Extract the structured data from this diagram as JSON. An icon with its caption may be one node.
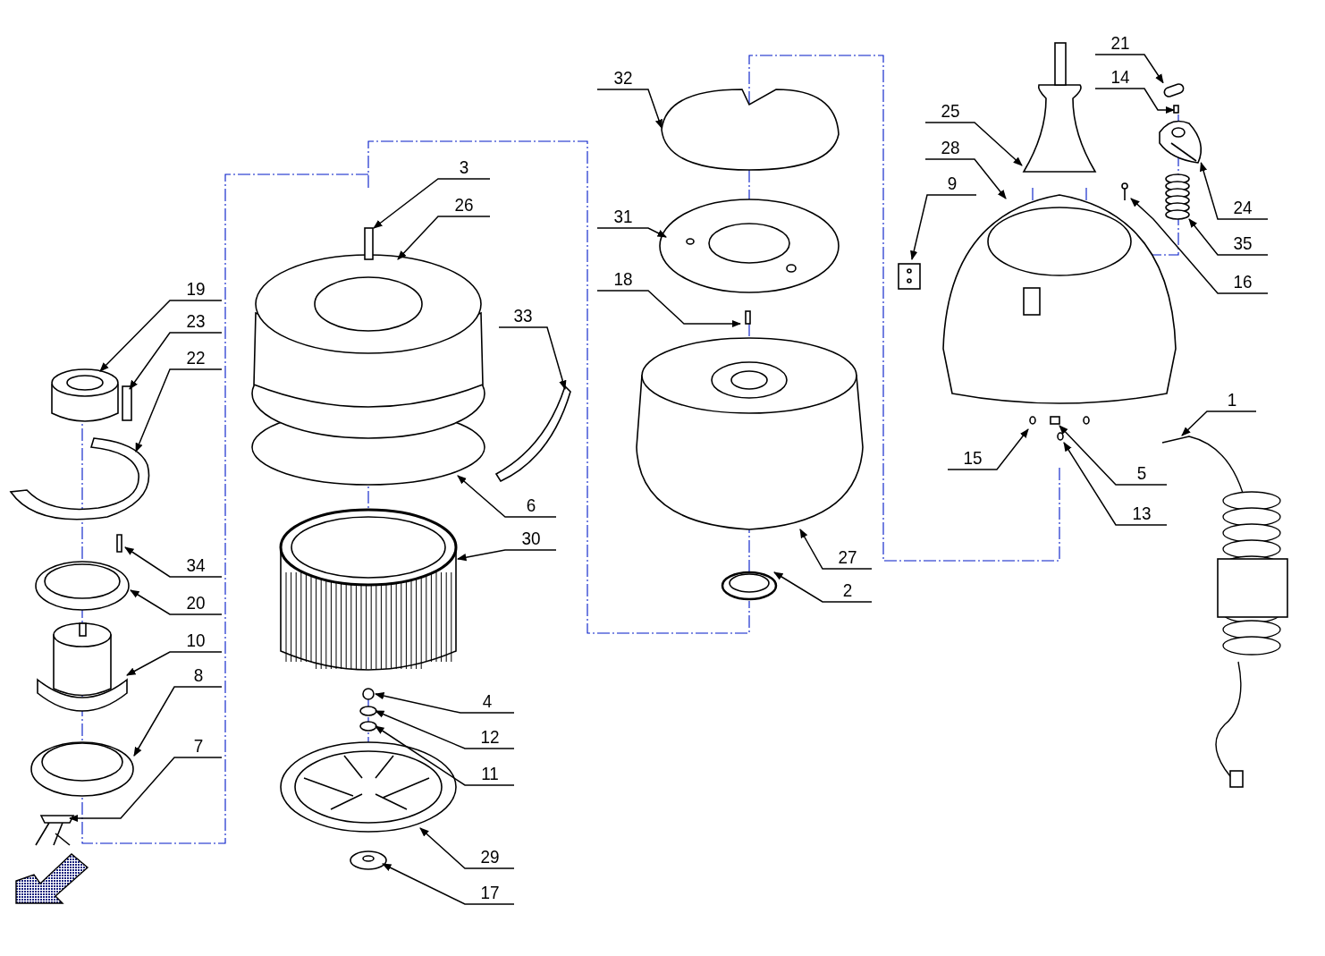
{
  "diagram": {
    "nodes": [
      {
        "text": [
          "21"
        ]
      },
      {
        "text": [
          "32"
        ]
      },
      {
        "text": [
          "14"
        ]
      },
      {
        "text": [
          "25"
        ]
      },
      {
        "text": [
          "28"
        ]
      },
      {
        "text": [
          "3"
        ]
      },
      {
        "text": [
          "9"
        ]
      },
      {
        "text": [
          "26"
        ]
      },
      {
        "text": [
          "24"
        ]
      },
      {
        "text": [
          "31"
        ]
      },
      {
        "text": [
          "35"
        ]
      },
      {
        "text": [
          "18"
        ]
      },
      {
        "text": [
          "16"
        ]
      },
      {
        "text": [
          "19"
        ]
      },
      {
        "text": [
          "33"
        ]
      },
      {
        "text": [
          "23"
        ]
      },
      {
        "text": [
          "22"
        ]
      },
      {
        "text": [
          "1"
        ]
      },
      {
        "text": [
          "15"
        ]
      },
      {
        "text": [
          "5"
        ]
      },
      {
        "text": [
          "6"
        ]
      },
      {
        "text": [
          "13"
        ]
      },
      {
        "text": [
          "30"
        ]
      },
      {
        "text": [
          "34"
        ]
      },
      {
        "text": [
          "27"
        ]
      },
      {
        "text": [
          "2"
        ]
      },
      {
        "text": [
          "20"
        ]
      },
      {
        "text": [
          "10"
        ]
      },
      {
        "text": [
          "8"
        ]
      },
      {
        "text": [
          "4"
        ]
      },
      {
        "text": [
          "12"
        ]
      },
      {
        "text": [
          "7"
        ]
      },
      {
        "text": [
          "11"
        ]
      },
      {
        "text": [
          "29"
        ]
      },
      {
        "text": [
          "17"
        ]
      },
      {
        "text": [],
        "shape": "box"
      },
      {
        "text": [],
        "shape": "picture"
      },
      {
        "text": [],
        "shape": "box"
      },
      {
        "text": [],
        "shape": "picture"
      }
    ],
    "edges": [
      {
        "from": 0,
        "to": 35,
        "arrow": "to"
      },
      {
        "from": 1,
        "to": null,
        "arrow": "to"
      },
      {
        "from": 2,
        "to": 37,
        "arrow": "to"
      },
      {
        "from": 3,
        "to": null,
        "arrow": "to"
      },
      {
        "from": 4,
        "to": null,
        "arrow": "to"
      },
      {
        "from": 5,
        "to": null,
        "arrow": "to"
      },
      {
        "from": 6,
        "to": null,
        "arrow": "to"
      },
      {
        "from": 7,
        "to": null,
        "arrow": "to"
      },
      {
        "from": 8,
        "to": 36,
        "arrow": "to"
      },
      {
        "from": 9,
        "to": null,
        "arrow": "to"
      },
      {
        "from": 10,
        "to": 38,
        "arrow": "to"
      },
      {
        "from": 11,
        "to": null,
        "arrow": "to"
      },
      {
        "from": 12,
        "to": null,
        "arrow": "to"
      },
      {
        "from": 13,
        "to": null,
        "arrow": "to"
      },
      {
        "from": 14,
        "to": null,
        "arrow": "to"
      },
      {
        "from": 15,
        "to": null,
        "arrow": "to"
      },
      {
        "from": 16,
        "to": null,
        "arrow": "to"
      },
      {
        "from": 17,
        "to": null,
        "arrow": "to"
      },
      {
        "from": 18,
        "to": null,
        "arrow": "to"
      },
      {
        "from": 19,
        "to": null,
        "arrow": "to"
      },
      {
        "from": 20,
        "to": null,
        "arrow": "to"
      },
      {
        "from": 21,
        "to": null,
        "arrow": "to"
      },
      {
        "from": 22,
        "to": null,
        "arrow": "to"
      },
      {
        "from": 23,
        "to": null,
        "arrow": "to"
      },
      {
        "from": 24,
        "to": null,
        "arrow": "to"
      },
      {
        "from": 25,
        "to": null,
        "arrow": "to"
      },
      {
        "from": 26,
        "to": null,
        "arrow": "to"
      },
      {
        "from": 27,
        "to": null,
        "arrow": "to"
      },
      {
        "from": 28,
        "to": null,
        "arrow": "to"
      },
      {
        "from": 29,
        "to": null,
        "arrow": "to"
      },
      {
        "from": 30,
        "to": null,
        "arrow": "to"
      },
      {
        "from": 31,
        "to": null,
        "arrow": "to"
      },
      {
        "from": 32,
        "to": null,
        "arrow": "to"
      },
      {
        "from": 33,
        "to": null,
        "arrow": "to"
      },
      {
        "from": 34,
        "to": null,
        "arrow": "to"
      }
    ]
  }
}
